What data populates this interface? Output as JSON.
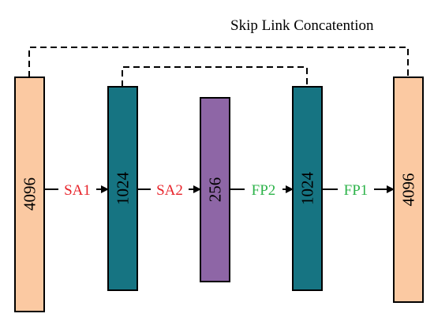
{
  "title": "Skip Link Concatention",
  "blocks": [
    {
      "id": "in",
      "label": "4096",
      "color": "#FBC9A2"
    },
    {
      "id": "sa1",
      "label": "1024",
      "color": "#167482"
    },
    {
      "id": "sa2",
      "label": "256",
      "color": "#8E66A6"
    },
    {
      "id": "fp2",
      "label": "1024",
      "color": "#167482"
    },
    {
      "id": "out",
      "label": "4096",
      "color": "#FBC9A2"
    }
  ],
  "edges": [
    {
      "label": "SA1",
      "color": "#E8232A"
    },
    {
      "label": "SA2",
      "color": "#E8232A"
    },
    {
      "label": "FP2",
      "color": "#2DB34A"
    },
    {
      "label": "FP1",
      "color": "#2DB34A"
    }
  ]
}
